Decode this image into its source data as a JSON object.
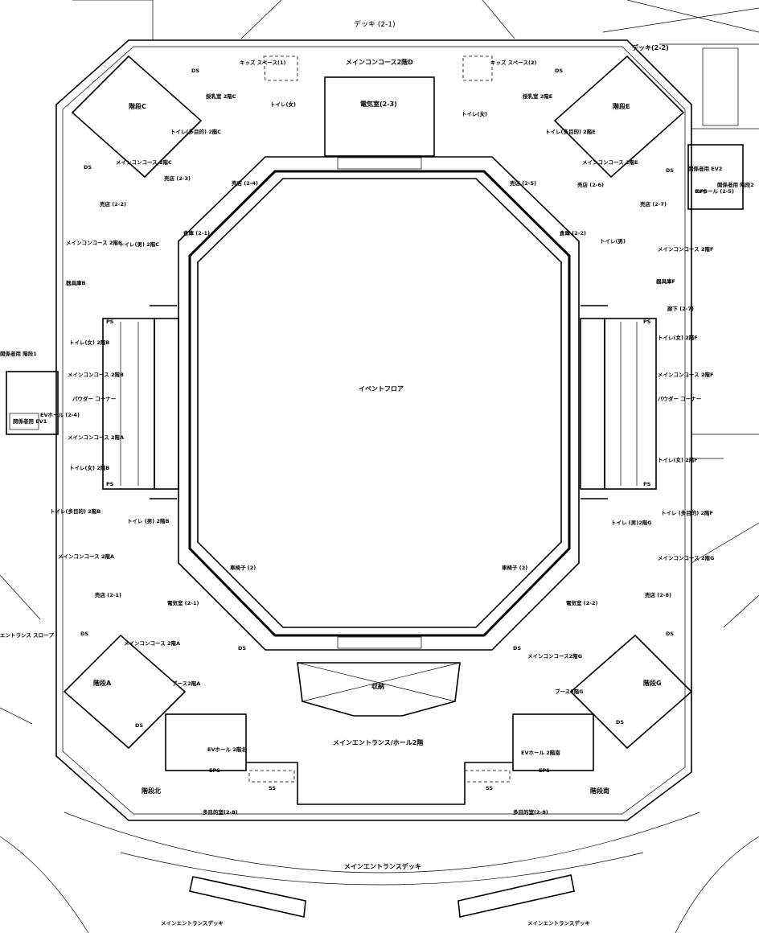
{
  "labels": {
    "deck_top": "デッキ (2-1)",
    "deck_2_2": "デッキ(2-2)",
    "main_concourse_d": "メインコンコース2階D",
    "kids_space_1": "キッズ スペース(1)",
    "kids_space_2": "キッズ スペース(2)",
    "electrical_2_3": "電気室(2-3)",
    "nursing_c": "授乳室 2階C",
    "nursing_e": "授乳室 2階E",
    "toilet_f_c": "トイレ(女)",
    "toilet_f_e": "トイレ(女)",
    "toilet_multi_c": "トイレ(多目的) 2階C",
    "toilet_multi_e": "トイレ(多目的) 2階E",
    "stairs_c": "階段C",
    "stairs_e": "階段E",
    "concourse_c": "メインコンコース 2階C",
    "concourse_e": "メインコンコース 2階E",
    "shop_2_3": "売店 (2-3)",
    "shop_2_4": "売店 (2-4)",
    "shop_2_5": "売店 (2-5)",
    "shop_2_6": "売店 (2-6)",
    "shop_2_2": "売店 (2-2)",
    "shop_2_7": "売店 (2-7)",
    "storage_2_1": "倉庫 (2-1)",
    "storage_2_2": "倉庫 (2-2)",
    "concourse_b_top": "メインコンコース 2階B",
    "concourse_f_top": "メインコンコース 2階F",
    "toilet_m_c": "トイレ(男) 2階C",
    "toilet_m_f": "トイレ(男)",
    "storage_b": "器具庫B",
    "storage_f": "器具庫F",
    "corridor_2_7": "廊下 (2-7)",
    "toilet_f_b1": "トイレ(女) 2階B",
    "toilet_f_f1": "トイレ(女) 2階F",
    "concourse_b_mid": "メインコンコース 2階B",
    "concourse_f_mid": "メインコンコース 2階F",
    "powder_b": "パウダー コーナー",
    "powder_f": "パウダー コーナー",
    "concourse_a_mid": "メインコンコース 2階A",
    "toilet_f_b2": "トイレ(女) 2階B",
    "toilet_f_f2": "トイレ(女) 2階F",
    "toilet_multi_b": "トイレ(多目的) 2階B",
    "toilet_multi_f": "トイレ (多目的) 2階F",
    "toilet_m_b": "トイレ (男) 2階B",
    "toilet_m_g": "トイレ (男)2階G",
    "concourse_a_low": "メインコンコース 2階A",
    "concourse_g_low": "メインコンコース 2階G",
    "shop_2_1": "売店 (2-1)",
    "shop_2_8": "売店 (2-8)",
    "electrical_2_1": "電気室 (2-1)",
    "electrical_2_2": "電気室 (2-2)",
    "wheelchair_l": "車椅子 (2)",
    "wheelchair_r": "車椅子 (2)",
    "event_floor": "イベントフロア",
    "concourse_a_bot": "メインコンコース 2階A",
    "concourse_g_bot": "メインコンコース2階G",
    "booth_a": "ブース2階A",
    "booth_g": "ブース2階G",
    "stairs_a": "階段A",
    "stairs_g": "階段G",
    "storage_stage": "収納",
    "main_entrance_hall": "メインエントランス/ホール2階",
    "ev_hall_n": "EVホール 2階北",
    "ev_hall_s": "EVホール 2階南",
    "stairs_n": "階段北",
    "stairs_s": "階段南",
    "multi_room_2_8l": "多目的室(2-8)",
    "multi_room_2_8r": "多目的室(2-8)",
    "main_entrance_deck": "メインエントランスデッキ",
    "deck_stairs_l": "メインエントランスデッキ",
    "deck_stairs_r": "メインエントランスデッキ",
    "staff_stairs_1": "関係者用 階段1",
    "staff_ev": "関係者用 EV1",
    "ev_hall_2_4": "EVホール (2-4)",
    "staff_ev2": "関係者用 EV2",
    "staff_stairs_2": "関係者用 階段2",
    "ev_hall_2_5": "EVホール (2-5)",
    "entrance_slope": "エントランス スロープ",
    "ps": "PS",
    "ds": "DS",
    "eps": "EPS",
    "ss": "SS"
  },
  "colors": {
    "line": "#000000",
    "background": "#ffffff"
  }
}
